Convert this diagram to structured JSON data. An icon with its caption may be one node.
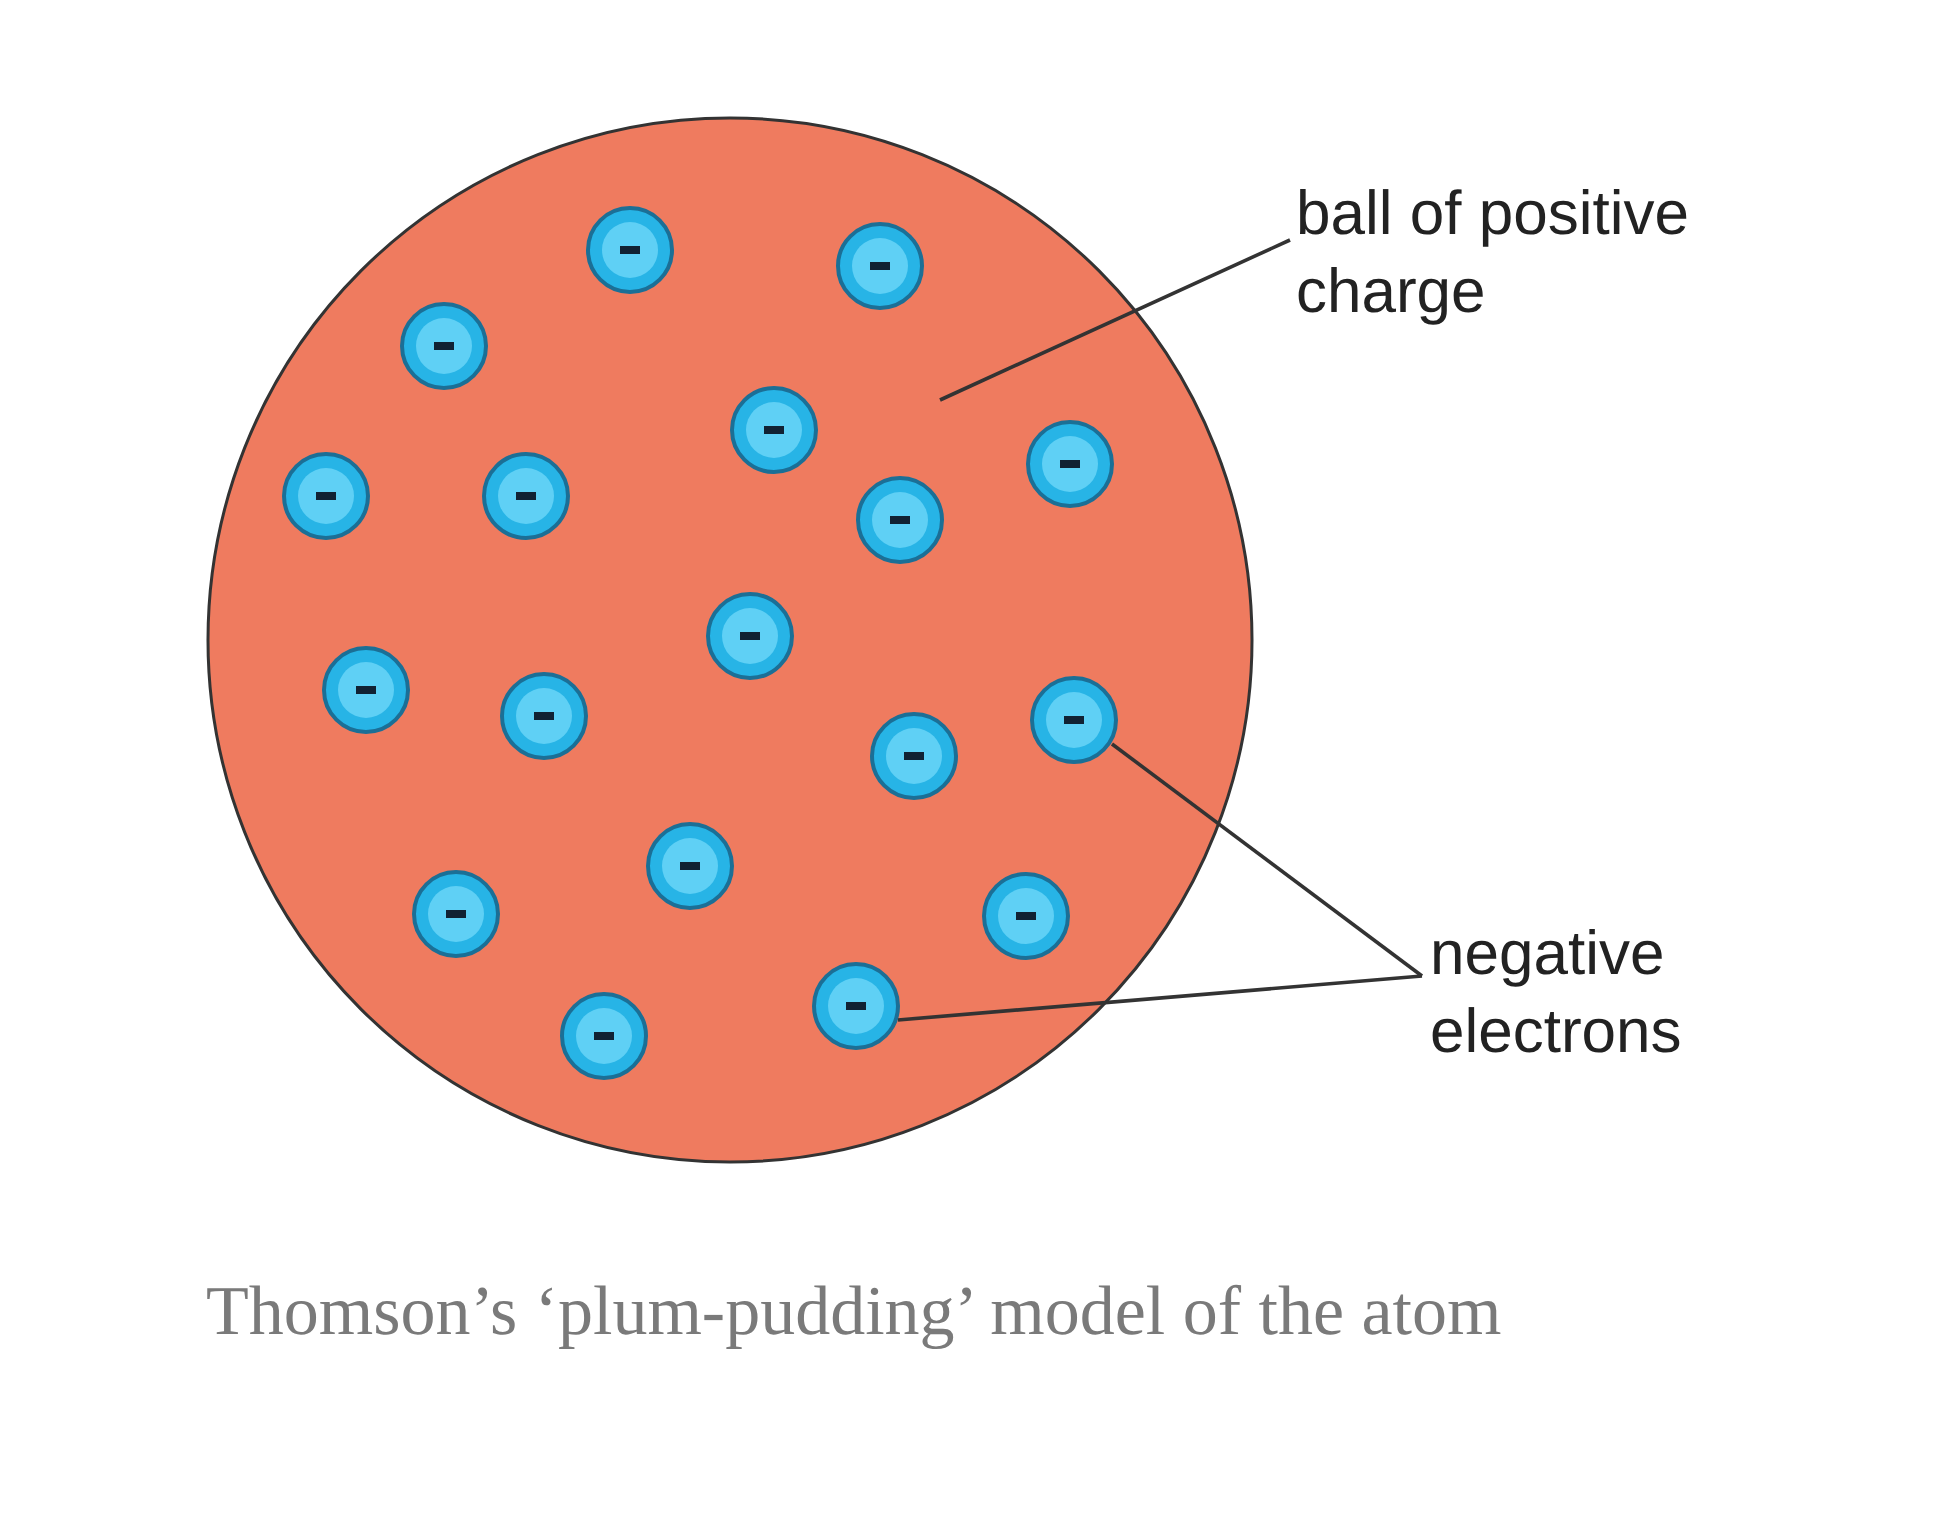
{
  "diagram": {
    "caption": "Thomson’s ‘plum-pudding’ model of the atom",
    "nodes": [
      {
        "text": [],
        "shape": "circle"
      },
      {
        "text": [
          "ball of positive charge"
        ]
      },
      {
        "text": [],
        "shape": "circle",
        "in": 0
      },
      {
        "text": [],
        "shape": "circle",
        "in": 0
      },
      {
        "text": [
          "negative electrons"
        ]
      }
    ],
    "edges": [
      {
        "from": 1,
        "to": 0,
        "arrow": "none"
      },
      {
        "from": 4,
        "to": 2,
        "arrow": "none"
      },
      {
        "from": 4,
        "to": 3,
        "arrow": "none"
      }
    ]
  }
}
